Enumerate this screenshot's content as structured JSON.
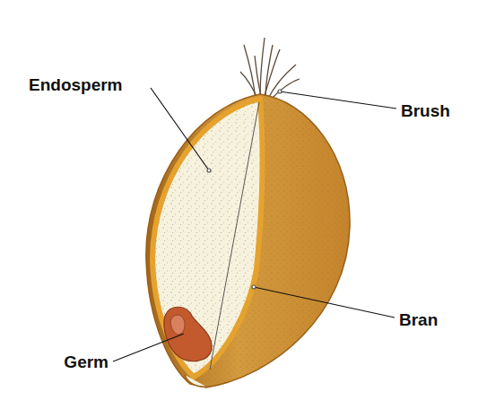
{
  "diagram": {
    "labels": [
      "Endosperm",
      "Brush",
      "Bran",
      "Germ"
    ]
  }
}
